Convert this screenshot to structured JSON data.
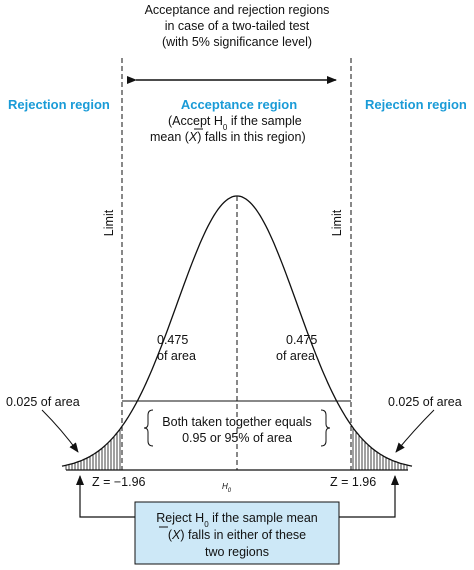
{
  "title": {
    "line1": "Acceptance and rejection regions",
    "line2": "in case of a two-tailed test",
    "line3": "(with 5% significance level)"
  },
  "regions": {
    "rejection_left": "Rejection region",
    "rejection_right": "Rejection region",
    "acceptance": "Acceptance region",
    "acceptance_note_line1": "(Accept H",
    "acceptance_note_sub": "0",
    "acceptance_note_line1_end": " if the sample",
    "acceptance_note_line2_start": "mean (",
    "acceptance_note_xbar": "X",
    "acceptance_note_line2_end": ") falls in this region)"
  },
  "limits": {
    "left": "Limit",
    "right": "Limit"
  },
  "areas": {
    "center_left_value": "0.475",
    "center_left_unit": "of area",
    "center_right_value": "0.475",
    "center_right_unit": "of area",
    "tail_left": "0.025 of area",
    "tail_right": "0.025 of area"
  },
  "combined": {
    "line1": "Both taken together equals",
    "line2": "0.95 or 95% of area"
  },
  "axis": {
    "z_left": "Z = −1.96",
    "z_right": "Z = 1.96",
    "center_label": "H",
    "center_sub": "0"
  },
  "reject_box": {
    "line1_start": "Reject H",
    "line1_sub": "0",
    "line1_end": " if the sample mean",
    "line2_start": "(",
    "line2_xbar": "X",
    "line2_end": ") falls in either of these",
    "line3": "two regions",
    "fill_color": "#cde8f7"
  },
  "colors": {
    "accent_blue": "#1a9bd7",
    "line": "#111111"
  }
}
